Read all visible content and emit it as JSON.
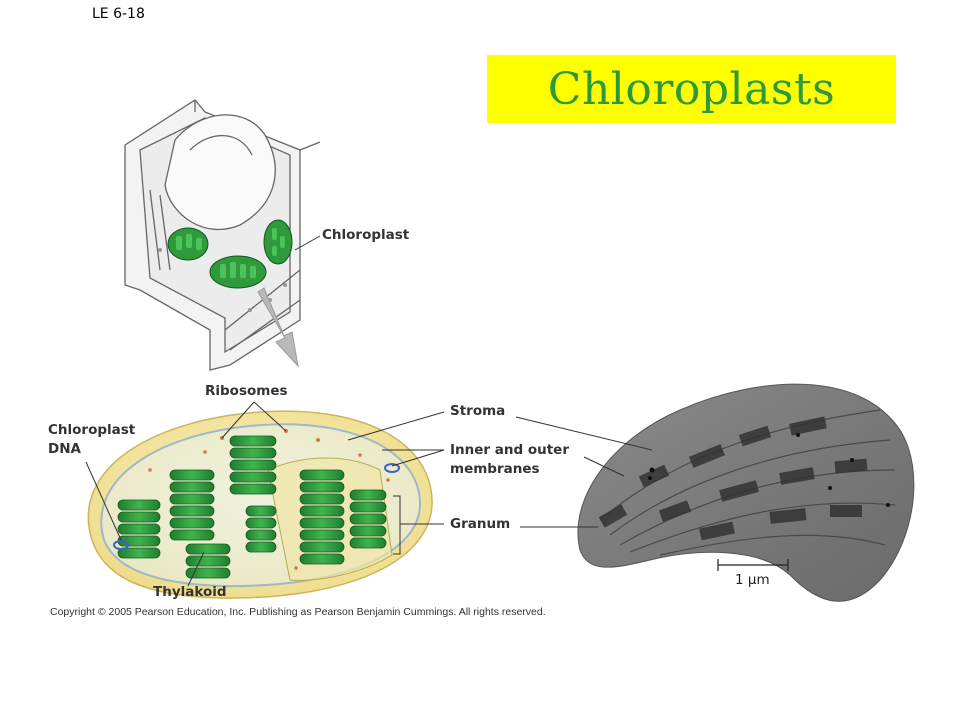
{
  "slide_code": "LE 6-18",
  "title": "Chloroplasts",
  "colors": {
    "title_background": "#ffff00",
    "title_text": "#2a9a3a",
    "chloroplast_green": "#2e9a3c",
    "envelope_yellow": "#f5e9a8"
  },
  "labels": {
    "chloroplast": "Chloroplast",
    "ribosomes": "Ribosomes",
    "chloroplast_dna_line1": "Chloroplast",
    "chloroplast_dna_line2": "DNA",
    "stroma": "Stroma",
    "membranes_line1": "Inner and outer",
    "membranes_line2": "membranes",
    "granum": "Granum",
    "thylakoid": "Thylakoid",
    "scale_bar": "1 µm"
  },
  "copyright": "Copyright © 2005 Pearson Education, Inc. Publishing as Pearson Benjamin Cummings. All rights reserved."
}
